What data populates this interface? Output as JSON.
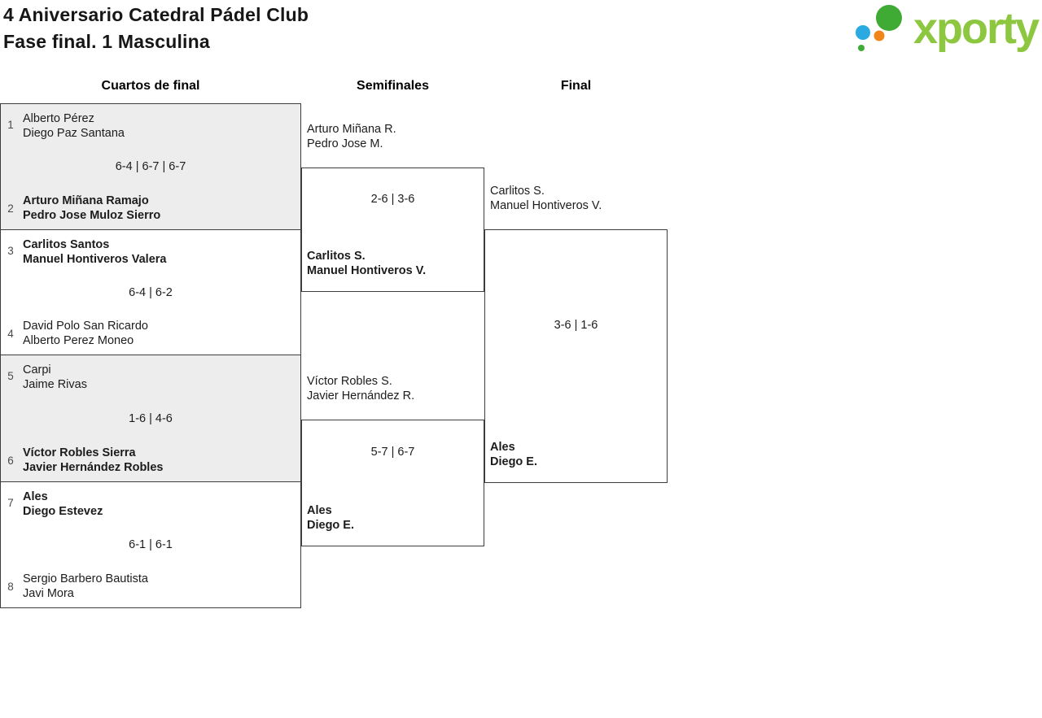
{
  "header": {
    "title_line1": "4 Aniversario Catedral Pádel Club",
    "title_line2": "Fase final. 1 Masculina",
    "logo_text": "xporty",
    "logo_icon": "xporty-dots-icon"
  },
  "columns": {
    "quarterfinals": "Cuartos de final",
    "semifinals": "Semifinales",
    "final": "Final"
  },
  "bracket": {
    "quarterfinals": [
      {
        "seed_a": "1",
        "team_a": [
          "Alberto Pérez",
          "Diego Paz Santana"
        ],
        "team_a_winner": false,
        "score": "6-4 | 6-7 | 6-7",
        "seed_b": "2",
        "team_b": [
          "Arturo Miñana Ramajo",
          "Pedro Jose Muloz Sierro"
        ],
        "team_b_winner": true
      },
      {
        "seed_a": "3",
        "team_a": [
          "Carlitos Santos",
          "Manuel Hontiveros Valera"
        ],
        "team_a_winner": true,
        "score": "6-4 | 6-2",
        "seed_b": "4",
        "team_b": [
          "David Polo San Ricardo",
          "Alberto Perez Moneo"
        ],
        "team_b_winner": false
      },
      {
        "seed_a": "5",
        "team_a": [
          "Carpi",
          "Jaime Rivas"
        ],
        "team_a_winner": false,
        "score": "1-6 | 4-6",
        "seed_b": "6",
        "team_b": [
          "Víctor Robles Sierra",
          "Javier Hernández Robles"
        ],
        "team_b_winner": true
      },
      {
        "seed_a": "7",
        "team_a": [
          "Ales",
          "Diego Estevez"
        ],
        "team_a_winner": true,
        "score": "6-1 | 6-1",
        "seed_b": "8",
        "team_b": [
          "Sergio Barbero Bautista",
          "Javi Mora"
        ],
        "team_b_winner": false
      }
    ],
    "semifinals": [
      {
        "team_a": [
          "Arturo Miñana R.",
          "Pedro Jose M."
        ],
        "team_a_winner": false,
        "score": "2-6 | 3-6",
        "team_b": [
          "Carlitos S.",
          "Manuel Hontiveros V."
        ],
        "team_b_winner": true
      },
      {
        "team_a": [
          "Víctor Robles S.",
          "Javier Hernández R."
        ],
        "team_a_winner": false,
        "score": "5-7 | 6-7",
        "team_b": [
          "Ales",
          "Diego E."
        ],
        "team_b_winner": true
      }
    ],
    "final": {
      "team_a": [
        "Carlitos S.",
        "Manuel Hontiveros V."
      ],
      "team_a_winner": false,
      "score": "3-6 | 1-6",
      "team_b": [
        "Ales",
        "Diego E."
      ],
      "team_b_winner": true
    }
  },
  "colors": {
    "brand_green": "#8dc63f",
    "icon_green": "#3faa34",
    "icon_blue": "#29abe2",
    "icon_orange": "#f08519",
    "match_shade": "#ededed",
    "border_dark": "#3d3d3d"
  }
}
